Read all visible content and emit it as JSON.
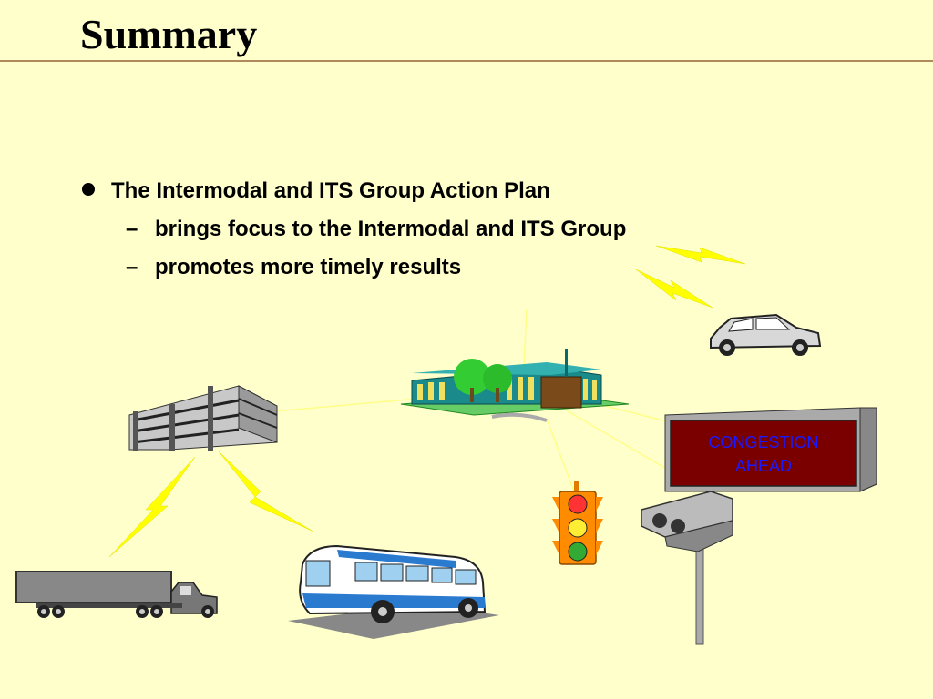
{
  "slide": {
    "title": "Summary",
    "bullets": [
      {
        "text": "The Intermodal and ITS Group Action Plan",
        "sub": [
          "brings focus to the Intermodal and ITS Group",
          "promotes more timely results"
        ]
      }
    ],
    "sign_text": [
      "CONGESTION",
      "AHEAD"
    ]
  },
  "colors": {
    "background": "#ffffcc",
    "rule": "#b08a5a",
    "lightning": "#ffff00",
    "sign_panel": "#7a0000",
    "sign_text": "#1a1aff"
  },
  "icons": [
    "office-building-icon",
    "headquarters-building-icon",
    "car-icon",
    "truck-icon",
    "bus-icon",
    "traffic-light-icon",
    "camera-icon",
    "message-sign-icon",
    "lightning-icon"
  ]
}
